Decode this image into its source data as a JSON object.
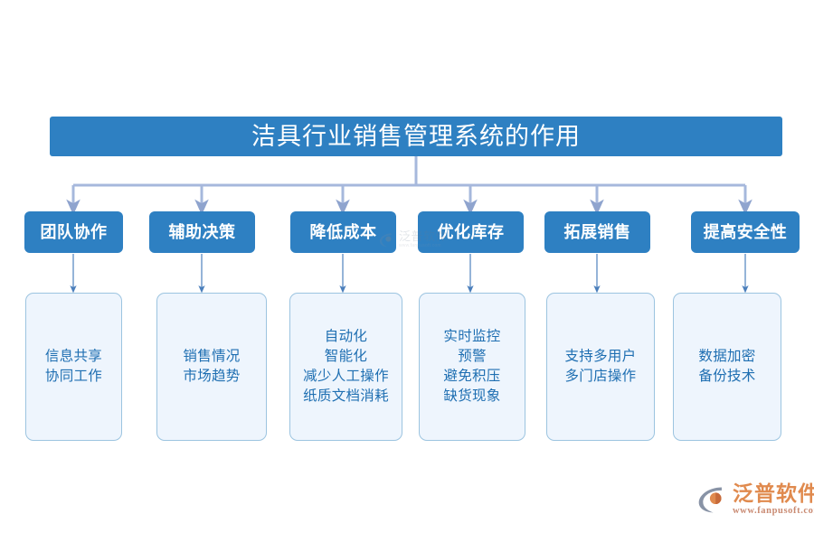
{
  "diagram": {
    "title": "洁具行业销售管理系统的作用",
    "title_color": "#2E80C2",
    "connector_color": "#A6B8DC",
    "detail_fill": "#EEF5FD",
    "detail_border": "#9CC4E0",
    "detail_text_color": "#1F6FB2",
    "branches": [
      {
        "label": "团队协作",
        "detail": "信息共享\n协同工作"
      },
      {
        "label": "辅助决策",
        "detail": "销售情况\n市场趋势"
      },
      {
        "label": "降低成本",
        "detail": "自动化\n智能化\n减少人工操作\n纸质文档消耗"
      },
      {
        "label": "优化库存",
        "detail": "实时监控\n预警\n避免积压\n缺货现象"
      },
      {
        "label": "拓展销售",
        "detail": "支持多用户\n多门店操作"
      },
      {
        "label": "提高安全性",
        "detail": "数据加密\n备份技术"
      }
    ]
  },
  "watermark": {
    "name": "泛普软件",
    "url": "www.fanpusoft.com"
  },
  "logo": {
    "name": "泛普软件",
    "url": "www.fanpusoft.com",
    "color": "#E08A4E"
  }
}
